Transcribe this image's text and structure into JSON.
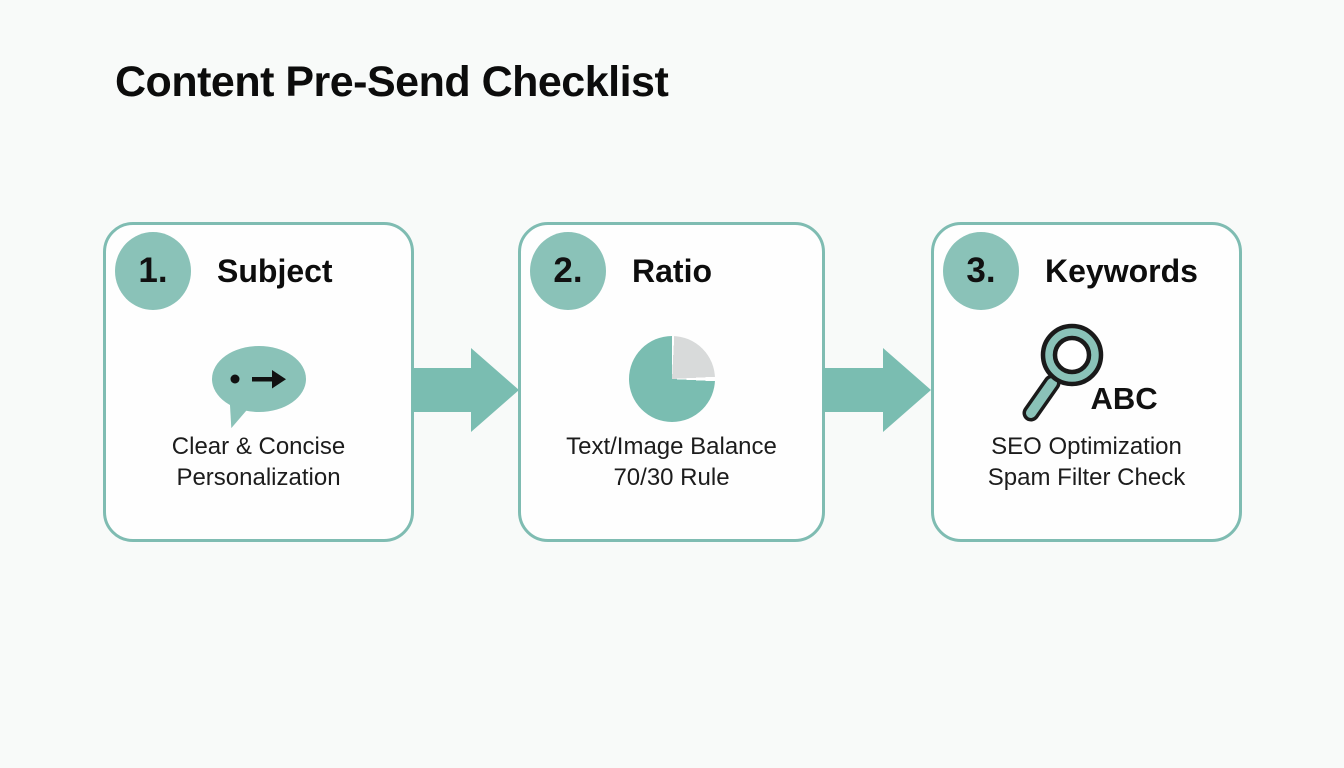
{
  "title": "Content Pre-Send Checklist",
  "colors": {
    "teal": "#8ac2b8",
    "teal_deep": "#7abdb1",
    "card_border": "#7fbcb2",
    "pie_gray": "#d8dada",
    "text_dark": "#111111",
    "page_bg": "#f8faf9",
    "card_bg": "#fefefe"
  },
  "steps": [
    {
      "number": "1.",
      "title": "Subject",
      "icon": "speech-bubble-arrow-icon",
      "lines": [
        "Clear & Concise",
        "Personalization"
      ]
    },
    {
      "number": "2.",
      "title": "Ratio",
      "icon": "pie-chart-icon",
      "pie": {
        "teal_fraction": 0.75,
        "gray_fraction": 0.25
      },
      "lines": [
        "Text/Image Balance",
        "70/30 Rule"
      ]
    },
    {
      "number": "3.",
      "title": "Keywords",
      "icon": "magnifier-abc-icon",
      "icon_label": "ABC",
      "lines": [
        "SEO Optimization",
        "Spam Filter Check"
      ]
    }
  ],
  "connectors": [
    {
      "type": "arrow-right"
    },
    {
      "type": "arrow-right"
    }
  ]
}
